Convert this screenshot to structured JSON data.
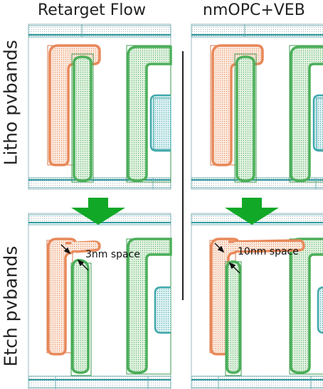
{
  "columns": [
    {
      "title": "Retarget Flow"
    },
    {
      "title": "nmOPC+VEB"
    }
  ],
  "rows": [
    {
      "label": "Litho pvbands"
    },
    {
      "label": "Etch pvbands"
    }
  ],
  "annotations": [
    {
      "text": "3nm space"
    },
    {
      "text": "10nm space"
    }
  ],
  "colors": {
    "orange": "#e8895a",
    "green": "#4caf5a",
    "teal": "#40a8ac",
    "arrow": "#11a828",
    "divider": "#222222"
  }
}
